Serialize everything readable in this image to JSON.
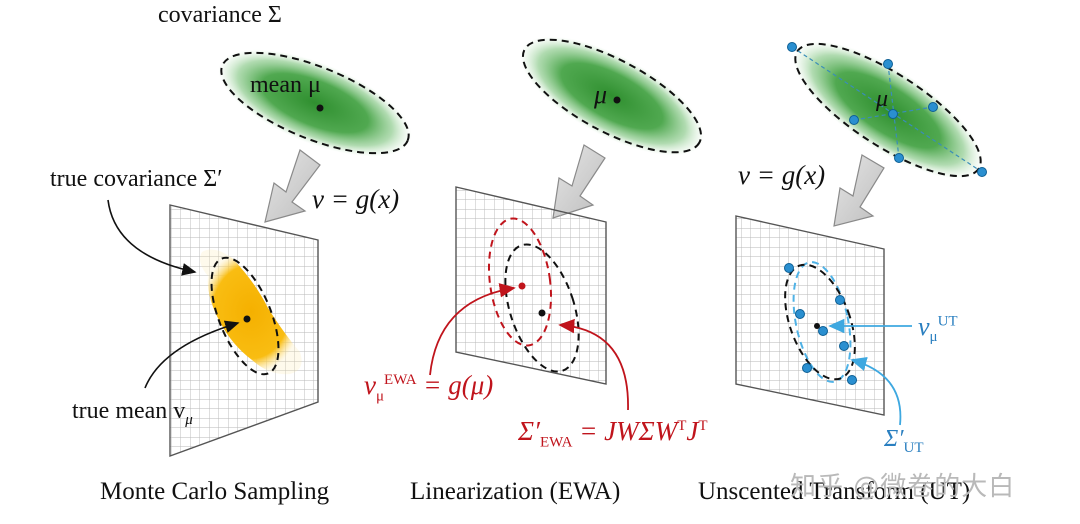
{
  "labels": {
    "covariance": "covariance Σ",
    "mean_left": "mean μ",
    "mu_middle": "μ",
    "mu_right": "μ",
    "transform_left": "v = g(x)",
    "transform_right": "v = g(x)",
    "true_covariance": "true covariance Σ′",
    "true_mean": "true mean v",
    "true_mean_sub": "μ",
    "ewa_mean": "v",
    "ewa_mean_sub": "μ",
    "ewa_mean_sup": "EWA",
    "ewa_mean_rhs": " = g(μ)",
    "ewa_cov": "Σ′",
    "ewa_cov_sub": "EWA",
    "ewa_cov_rhs": " = JWΣW",
    "ewa_cov_sup1": "T",
    "ewa_cov_J": "J",
    "ewa_cov_sup2": "T",
    "ut_mean": "v",
    "ut_mean_sub": "μ",
    "ut_mean_sup": "UT",
    "ut_cov": "Σ′",
    "ut_cov_sub": "UT"
  },
  "captions": {
    "left": "Monte Carlo Sampling",
    "middle": "Linearization (EWA)",
    "right": "Unscented Transform (UT)"
  },
  "watermark": "知乎 @微卷的大白",
  "colors": {
    "green": "#3e9a3e",
    "orange": "#f5b400",
    "red": "#c0141c",
    "blue": "#2a8fd0",
    "grid": "#b5b5b5"
  }
}
